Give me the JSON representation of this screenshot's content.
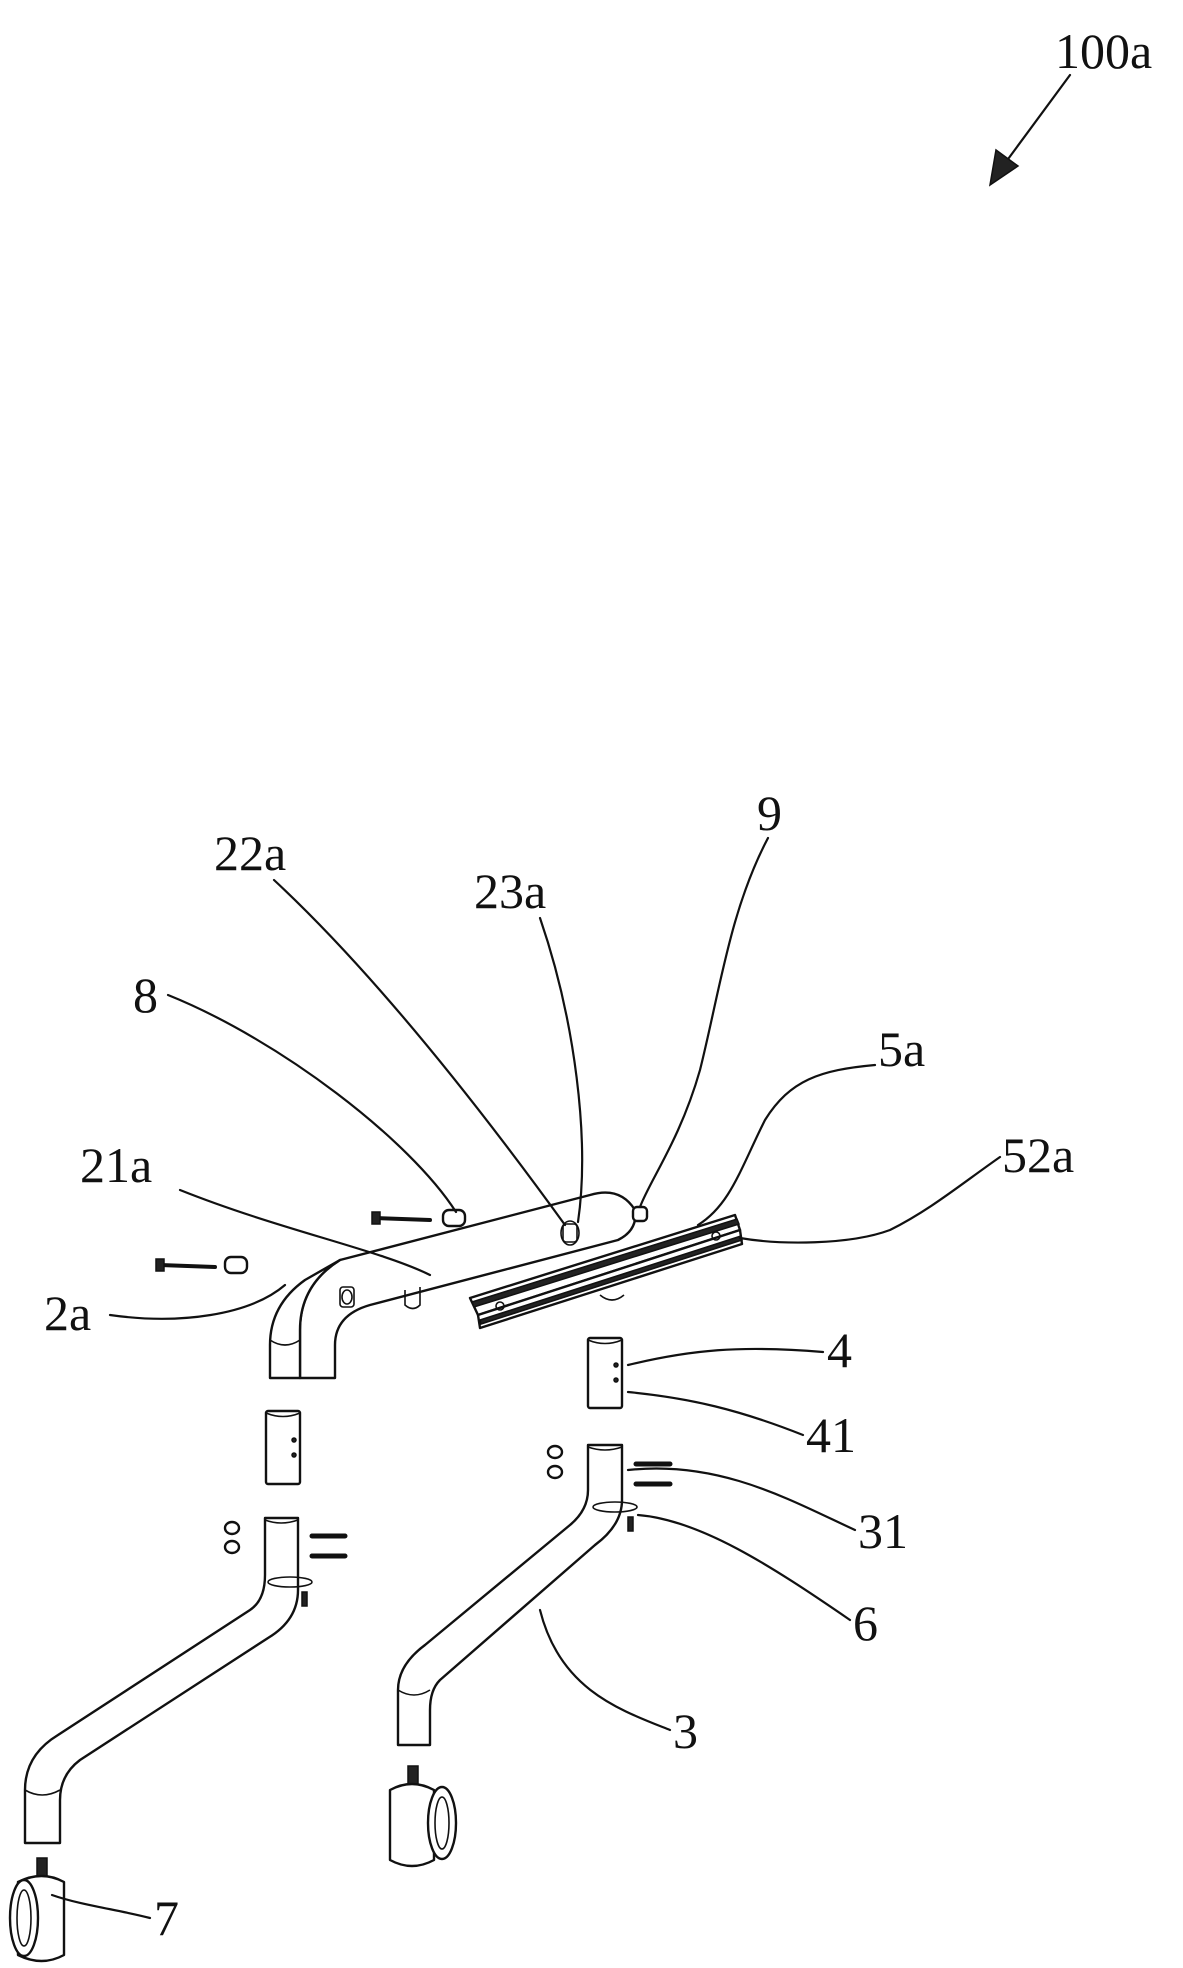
{
  "figure": {
    "assembly_label": "100a",
    "labels": {
      "l_9": "9",
      "l_22a": "22a",
      "l_23a": "23a",
      "l_8": "8",
      "l_5a": "5a",
      "l_21a": "21a",
      "l_52a": "52a",
      "l_2a": "2a",
      "l_4": "4",
      "l_41": "41",
      "l_31": "31",
      "l_6": "6",
      "l_3": "3",
      "l_7": "7"
    }
  },
  "colors": {
    "line": "#111111",
    "background": "#ffffff"
  }
}
